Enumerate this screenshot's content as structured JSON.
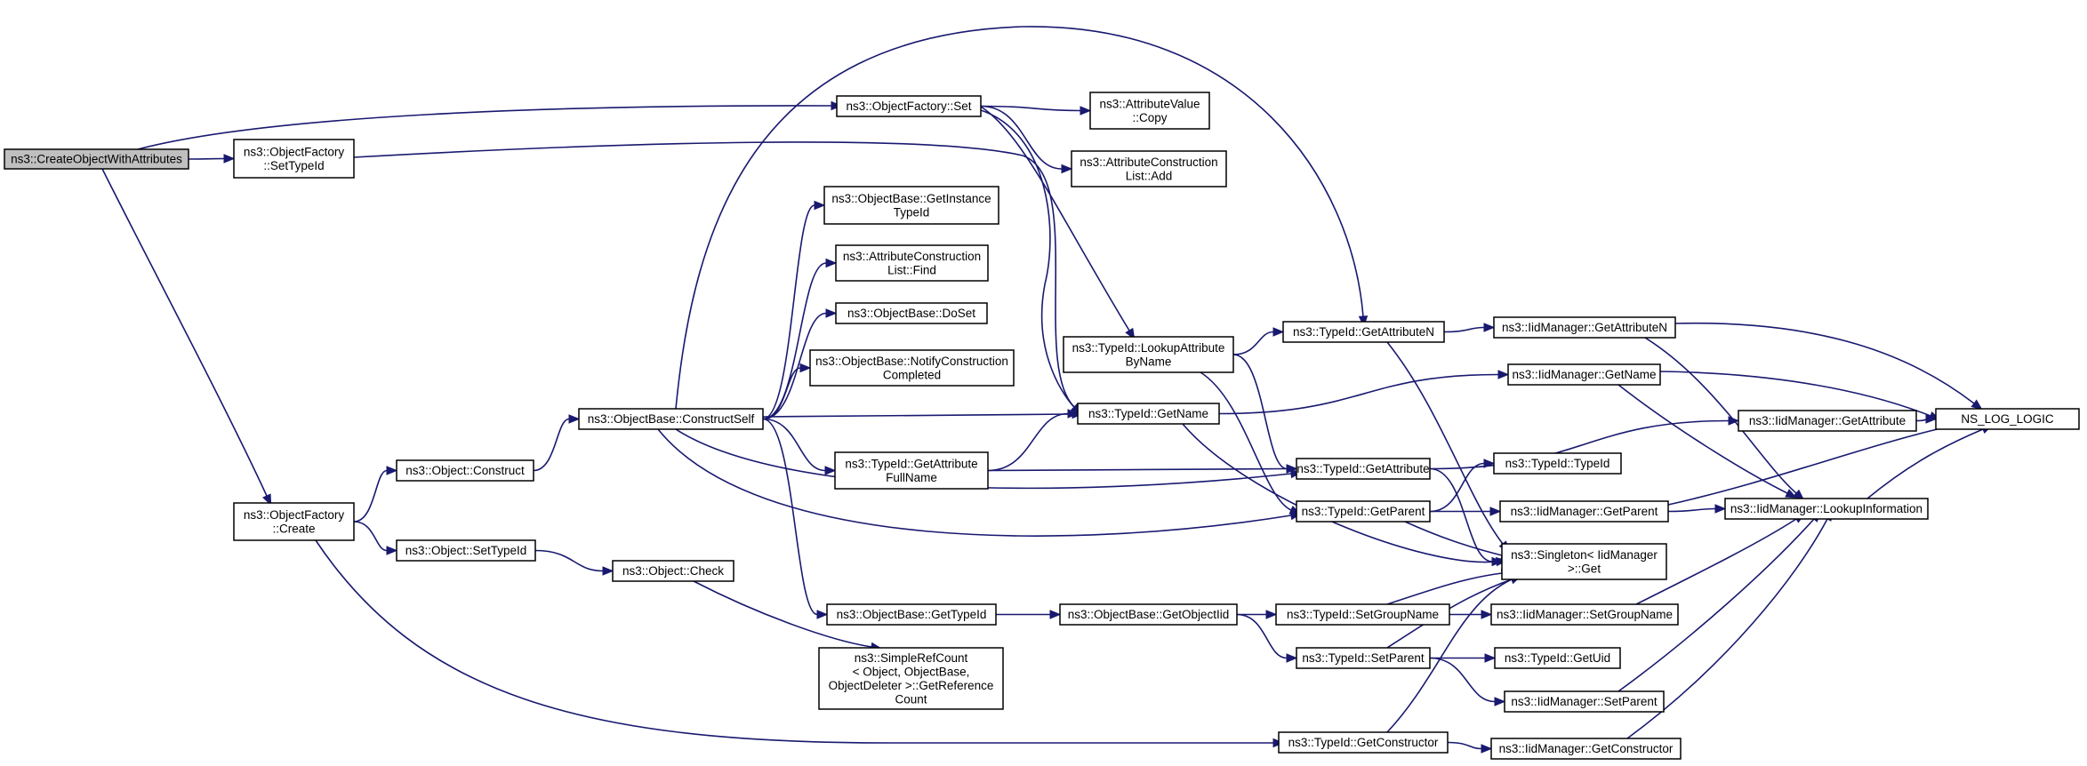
{
  "graph": {
    "type": "call-graph",
    "nodes": [
      {
        "id": "root",
        "lines": [
          "ns3::CreateObjectWithAttributes"
        ],
        "root": true
      },
      {
        "id": "of_settypeid",
        "lines": [
          "ns3::ObjectFactory",
          "::SetTypeId"
        ]
      },
      {
        "id": "of_set",
        "lines": [
          "ns3::ObjectFactory::Set"
        ]
      },
      {
        "id": "attrval_copy",
        "lines": [
          "ns3::AttributeValue",
          "::Copy"
        ]
      },
      {
        "id": "acl_add",
        "lines": [
          "ns3::AttributeConstruction",
          "List::Add"
        ]
      },
      {
        "id": "of_create",
        "lines": [
          "ns3::ObjectFactory",
          "::Create"
        ]
      },
      {
        "id": "obj_construct",
        "lines": [
          "ns3::Object::Construct"
        ]
      },
      {
        "id": "obj_settypeid",
        "lines": [
          "ns3::Object::SetTypeId"
        ]
      },
      {
        "id": "obj_check",
        "lines": [
          "ns3::Object::Check"
        ]
      },
      {
        "id": "ob_constructself",
        "lines": [
          "ns3::ObjectBase::ConstructSelf"
        ]
      },
      {
        "id": "ob_getinstancetypeid",
        "lines": [
          "ns3::ObjectBase::GetInstance",
          "TypeId"
        ]
      },
      {
        "id": "acl_find",
        "lines": [
          "ns3::AttributeConstruction",
          "List::Find"
        ]
      },
      {
        "id": "ob_doset",
        "lines": [
          "ns3::ObjectBase::DoSet"
        ]
      },
      {
        "id": "ob_notify",
        "lines": [
          "ns3::ObjectBase::NotifyConstruction",
          "Completed"
        ]
      },
      {
        "id": "tid_getattrfullname",
        "lines": [
          "ns3::TypeId::GetAttribute",
          "FullName"
        ]
      },
      {
        "id": "ob_gettypeid",
        "lines": [
          "ns3::ObjectBase::GetTypeId"
        ]
      },
      {
        "id": "src_getrefcount",
        "lines": [
          "ns3::SimpleRefCount",
          "< Object, ObjectBase,",
          "ObjectDeleter >::GetReference",
          "Count"
        ]
      },
      {
        "id": "tid_lookupattr",
        "lines": [
          "ns3::TypeId::LookupAttribute",
          "ByName"
        ]
      },
      {
        "id": "tid_getname",
        "lines": [
          "ns3::TypeId::GetName"
        ]
      },
      {
        "id": "ob_getobjectiid",
        "lines": [
          "ns3::ObjectBase::GetObjectIid"
        ]
      },
      {
        "id": "tid_getattributen",
        "lines": [
          "ns3::TypeId::GetAttributeN"
        ]
      },
      {
        "id": "tid_getattribute",
        "lines": [
          "ns3::TypeId::GetAttribute"
        ]
      },
      {
        "id": "tid_getparent",
        "lines": [
          "ns3::TypeId::GetParent"
        ]
      },
      {
        "id": "tid_setgroupname",
        "lines": [
          "ns3::TypeId::SetGroupName"
        ]
      },
      {
        "id": "tid_setparent",
        "lines": [
          "ns3::TypeId::SetParent"
        ]
      },
      {
        "id": "tid_getconstructor",
        "lines": [
          "ns3::TypeId::GetConstructor"
        ]
      },
      {
        "id": "tid_typeid",
        "lines": [
          "ns3::TypeId::TypeId"
        ]
      },
      {
        "id": "singleton_get",
        "lines": [
          "ns3::Singleton< IidManager",
          ">::Get"
        ]
      },
      {
        "id": "tid_getuid",
        "lines": [
          "ns3::TypeId::GetUid"
        ]
      },
      {
        "id": "iid_getattributen",
        "lines": [
          "ns3::IidManager::GetAttributeN"
        ]
      },
      {
        "id": "iid_getname",
        "lines": [
          "ns3::IidManager::GetName"
        ]
      },
      {
        "id": "iid_getattribute",
        "lines": [
          "ns3::IidManager::GetAttribute"
        ]
      },
      {
        "id": "iid_getparent",
        "lines": [
          "ns3::IidManager::GetParent"
        ]
      },
      {
        "id": "iid_setgroupname",
        "lines": [
          "ns3::IidManager::SetGroupName"
        ]
      },
      {
        "id": "iid_setparent",
        "lines": [
          "ns3::IidManager::SetParent"
        ]
      },
      {
        "id": "iid_getconstructor",
        "lines": [
          "ns3::IidManager::GetConstructor"
        ]
      },
      {
        "id": "iid_lookupinfo",
        "lines": [
          "ns3::IidManager::LookupInformation"
        ]
      },
      {
        "id": "ns_log_logic",
        "lines": [
          "NS_LOG_LOGIC"
        ]
      }
    ],
    "edges": [
      [
        "root",
        "of_set"
      ],
      [
        "root",
        "of_settypeid"
      ],
      [
        "root",
        "of_create"
      ],
      [
        "of_settypeid",
        "tid_getname"
      ],
      [
        "of_set",
        "attrval_copy"
      ],
      [
        "of_set",
        "acl_add"
      ],
      [
        "of_set",
        "tid_lookupattr"
      ],
      [
        "of_set",
        "tid_getname"
      ],
      [
        "of_create",
        "obj_construct"
      ],
      [
        "of_create",
        "obj_settypeid"
      ],
      [
        "of_create",
        "tid_getconstructor"
      ],
      [
        "obj_construct",
        "ob_constructself"
      ],
      [
        "obj_settypeid",
        "obj_check"
      ],
      [
        "obj_check",
        "src_getrefcount"
      ],
      [
        "ob_constructself",
        "ob_getinstancetypeid"
      ],
      [
        "ob_constructself",
        "acl_find"
      ],
      [
        "ob_constructself",
        "ob_doset"
      ],
      [
        "ob_constructself",
        "ob_notify"
      ],
      [
        "ob_constructself",
        "tid_getname"
      ],
      [
        "ob_constructself",
        "tid_getattrfullname"
      ],
      [
        "ob_constructself",
        "ob_gettypeid"
      ],
      [
        "ob_constructself",
        "tid_getattribute"
      ],
      [
        "ob_constructself",
        "tid_getparent"
      ],
      [
        "ob_constructself",
        "tid_getattributen"
      ],
      [
        "tid_getattrfullname",
        "tid_getname"
      ],
      [
        "tid_getattrfullname",
        "tid_getattribute"
      ],
      [
        "ob_gettypeid",
        "ob_getobjectiid"
      ],
      [
        "ob_getobjectiid",
        "tid_setgroupname"
      ],
      [
        "ob_getobjectiid",
        "tid_setparent"
      ],
      [
        "tid_lookupattr",
        "tid_getattributen"
      ],
      [
        "tid_lookupattr",
        "tid_getattribute"
      ],
      [
        "tid_lookupattr",
        "tid_getparent"
      ],
      [
        "tid_getname",
        "iid_getname"
      ],
      [
        "tid_getname",
        "singleton_get"
      ],
      [
        "tid_getattributen",
        "iid_getattributen"
      ],
      [
        "tid_getattributen",
        "singleton_get"
      ],
      [
        "tid_getattribute",
        "iid_getattribute"
      ],
      [
        "tid_getattribute",
        "singleton_get"
      ],
      [
        "tid_getparent",
        "tid_typeid"
      ],
      [
        "tid_getparent",
        "iid_getparent"
      ],
      [
        "tid_getparent",
        "singleton_get"
      ],
      [
        "tid_setgroupname",
        "singleton_get"
      ],
      [
        "tid_setgroupname",
        "iid_setgroupname"
      ],
      [
        "tid_setparent",
        "tid_getuid"
      ],
      [
        "tid_setparent",
        "iid_setparent"
      ],
      [
        "tid_setparent",
        "singleton_get"
      ],
      [
        "tid_getconstructor",
        "singleton_get"
      ],
      [
        "tid_getconstructor",
        "iid_getconstructor"
      ],
      [
        "iid_getattributen",
        "ns_log_logic"
      ],
      [
        "iid_getattributen",
        "iid_lookupinfo"
      ],
      [
        "iid_getname",
        "ns_log_logic"
      ],
      [
        "iid_getname",
        "iid_lookupinfo"
      ],
      [
        "iid_getattribute",
        "ns_log_logic"
      ],
      [
        "iid_getparent",
        "ns_log_logic"
      ],
      [
        "iid_getparent",
        "iid_lookupinfo"
      ],
      [
        "iid_setgroupname",
        "iid_lookupinfo"
      ],
      [
        "iid_setparent",
        "iid_lookupinfo"
      ],
      [
        "iid_getconstructor",
        "iid_lookupinfo"
      ],
      [
        "iid_lookupinfo",
        "ns_log_logic"
      ]
    ]
  }
}
